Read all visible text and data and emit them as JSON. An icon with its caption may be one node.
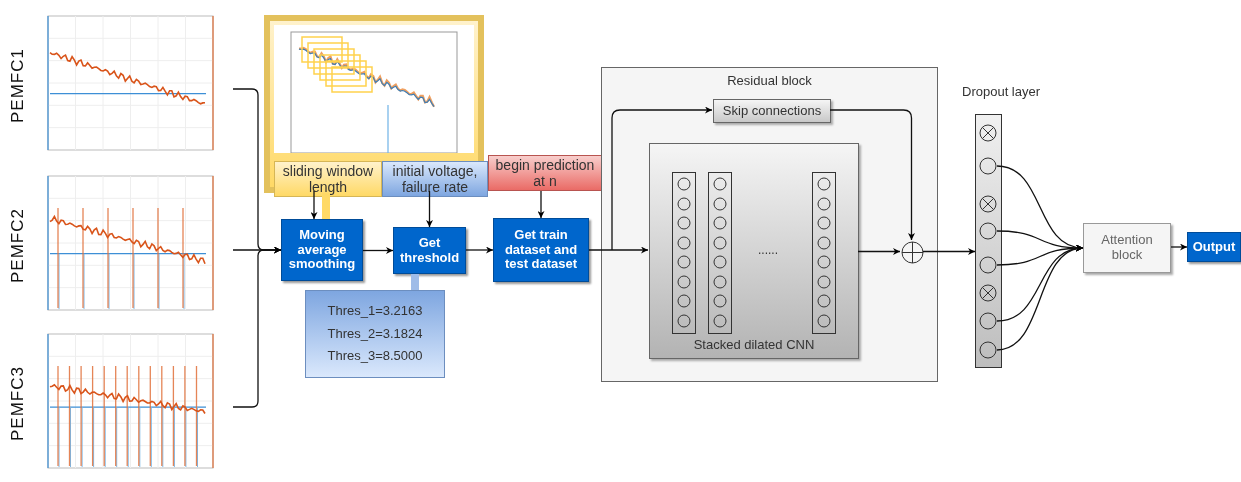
{
  "diagram": {
    "nodes": [
      {
        "text": [],
        "shape": "picture",
        "beside": [
          "PEMFC1"
        ]
      },
      {
        "text": [],
        "shape": "picture",
        "beside": [
          "PEMFC2"
        ]
      },
      {
        "text": [],
        "shape": "picture",
        "beside": [
          "PEMFC3"
        ]
      },
      {
        "text": [],
        "shape": "picture"
      },
      {
        "text": [
          "sliding window length"
        ],
        "in": 3
      },
      {
        "text": [
          "initial voltage, failure rate"
        ],
        "in": 3
      },
      {
        "text": [
          "begin prediction at n"
        ]
      },
      {
        "text": [
          "Moving average smoothing"
        ]
      },
      {
        "text": [
          "Get threshold"
        ]
      },
      {
        "text": [
          "Thres_1=3.2163",
          "Thres_2=3.1824",
          "Thres_3=8.5000"
        ]
      },
      {
        "text": [
          "Get train dataset and test dataset"
        ]
      },
      {
        "text": [
          "Residual block"
        ]
      },
      {
        "text": [
          "Skip connections"
        ],
        "in": 11
      },
      {
        "text": [
          "Stacked dilated CNN"
        ],
        "in": 11
      },
      {
        "text": [],
        "shape": "bar",
        "in": 13
      },
      {
        "text": [],
        "shape": "bar",
        "in": 13
      },
      {
        "text": [],
        "shape": "bar",
        "in": 13
      },
      {
        "text": [],
        "shape": "circle",
        "in": 11
      },
      {
        "text": [
          "Dropout layer"
        ]
      },
      {
        "text": [],
        "shape": "circle",
        "in": 18
      },
      {
        "text": [],
        "shape": "circle",
        "in": 18
      },
      {
        "text": [],
        "shape": "circle",
        "in": 18
      },
      {
        "text": [],
        "shape": "circle",
        "in": 18
      },
      {
        "text": [],
        "shape": "circle",
        "in": 18
      },
      {
        "text": [],
        "shape": "circle",
        "in": 18
      },
      {
        "text": [],
        "shape": "circle",
        "in": 18
      },
      {
        "text": [],
        "shape": "circle",
        "in": 18
      },
      {
        "text": [
          "Attention block"
        ]
      },
      {
        "text": [
          "Output"
        ]
      }
    ],
    "edges": [
      {
        "from": 0,
        "to": 7,
        "arrow": "to"
      },
      {
        "from": 1,
        "to": 7,
        "arrow": "to"
      },
      {
        "from": 2,
        "to": 7,
        "arrow": "to"
      },
      {
        "from": 3,
        "to": 7,
        "arrow": "none",
        "style": "thick",
        "color": "#ffd966"
      },
      {
        "from": 4,
        "to": 7,
        "arrow": "to"
      },
      {
        "from": 5,
        "to": 8,
        "arrow": "to"
      },
      {
        "from": 6,
        "to": 10,
        "arrow": "to"
      },
      {
        "from": 7,
        "to": 8,
        "arrow": "to"
      },
      {
        "from": 8,
        "to": 10,
        "arrow": "to"
      },
      {
        "from": 9,
        "to": 8,
        "arrow": "none",
        "style": "thick",
        "color": "#9fbce8"
      },
      {
        "from": 10,
        "to": 13,
        "arrow": "to"
      },
      {
        "from": 10,
        "to": 12,
        "arrow": "to"
      },
      {
        "from": 12,
        "to": 17,
        "arrow": "to"
      },
      {
        "from": 13,
        "to": 17,
        "arrow": "to"
      },
      {
        "from": 17,
        "to": 18,
        "arrow": "to"
      },
      {
        "from": 20,
        "to": 27,
        "arrow": "to"
      },
      {
        "from": 22,
        "to": 27,
        "arrow": "to"
      },
      {
        "from": 23,
        "to": 27,
        "arrow": "to"
      },
      {
        "from": 25,
        "to": 27,
        "arrow": "to"
      },
      {
        "from": 26,
        "to": 27,
        "arrow": "to"
      },
      {
        "from": 27,
        "to": 28,
        "arrow": "to"
      }
    ],
    "labels": [
      "......"
    ]
  }
}
